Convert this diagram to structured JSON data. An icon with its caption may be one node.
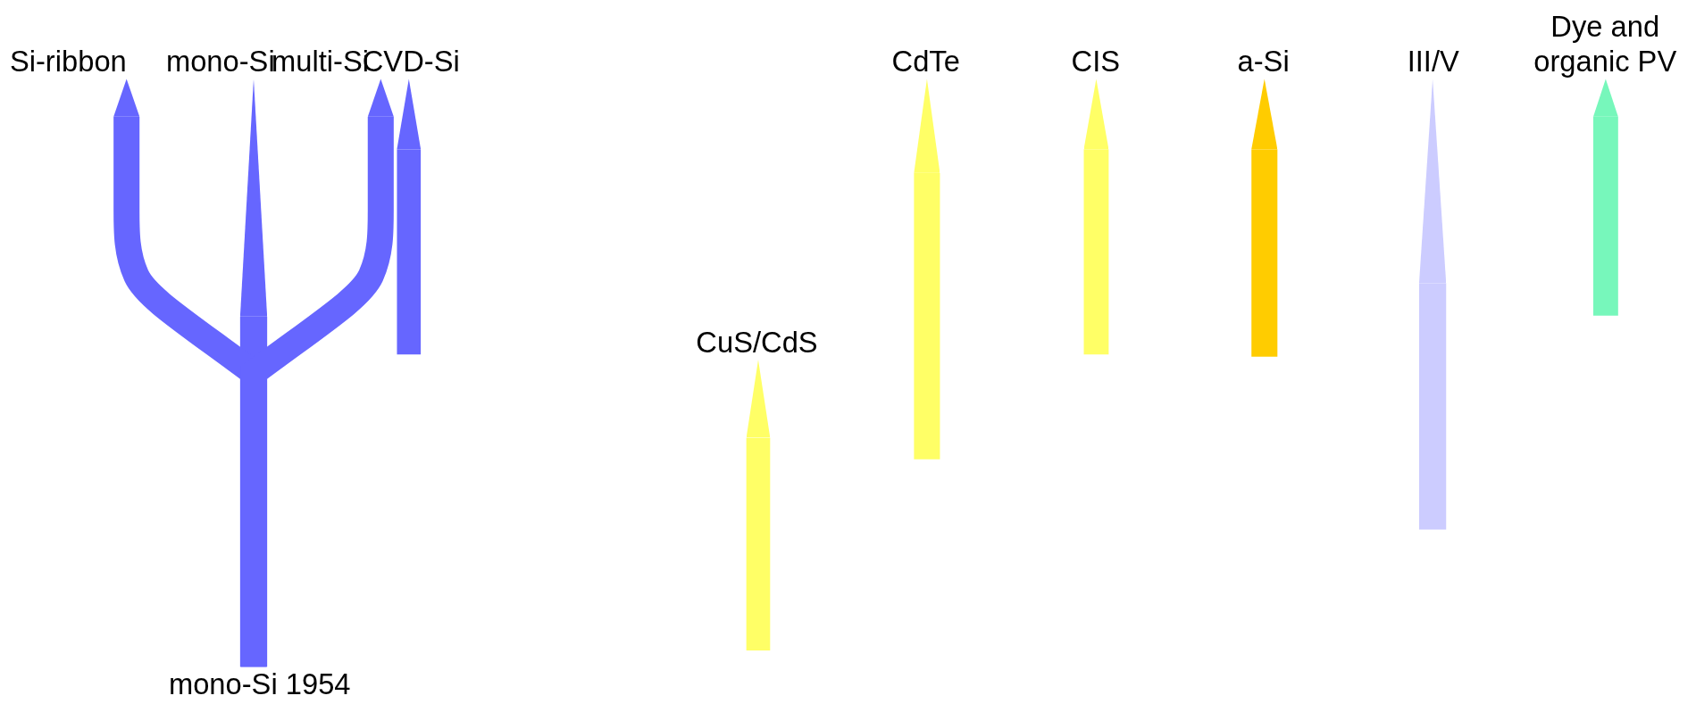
{
  "diagram": {
    "nodes": [
      {
        "text": [
          "Si-ribbon"
        ]
      },
      {
        "text": [
          "mono-Si"
        ]
      },
      {
        "text": [
          "multi-Si"
        ]
      },
      {
        "text": [
          "CVD-Si"
        ]
      },
      {
        "text": [
          "CdTe"
        ]
      },
      {
        "text": [
          "CIS"
        ]
      },
      {
        "text": [
          "a-Si"
        ]
      },
      {
        "text": [
          "III/V"
        ]
      },
      {
        "text": [
          "Dye and organic PV"
        ]
      },
      {
        "text": [
          "CuS/CdS"
        ]
      },
      {
        "text": [
          "mono-Si 1954"
        ]
      }
    ],
    "edges": [
      {
        "from": 10,
        "to": 1,
        "arrow": "to",
        "color": "#6666ff"
      },
      {
        "from": 10,
        "to": 0,
        "arrow": "to",
        "color": "#6666ff"
      },
      {
        "from": 10,
        "to": 2,
        "arrow": "to",
        "color": "#6666ff"
      },
      {
        "from": null,
        "to": 3,
        "arrow": "to",
        "color": "#6666ff"
      },
      {
        "from": null,
        "to": 9,
        "arrow": "to",
        "color": "#ffff66"
      },
      {
        "from": null,
        "to": 4,
        "arrow": "to",
        "color": "#ffff66"
      },
      {
        "from": null,
        "to": 5,
        "arrow": "to",
        "color": "#ffff66"
      },
      {
        "from": null,
        "to": 6,
        "arrow": "to",
        "color": "#ffcc00"
      },
      {
        "from": null,
        "to": 7,
        "arrow": "to",
        "color": "#ccccff"
      },
      {
        "from": null,
        "to": 8,
        "arrow": "to",
        "color": "#77f7bb"
      }
    ]
  }
}
